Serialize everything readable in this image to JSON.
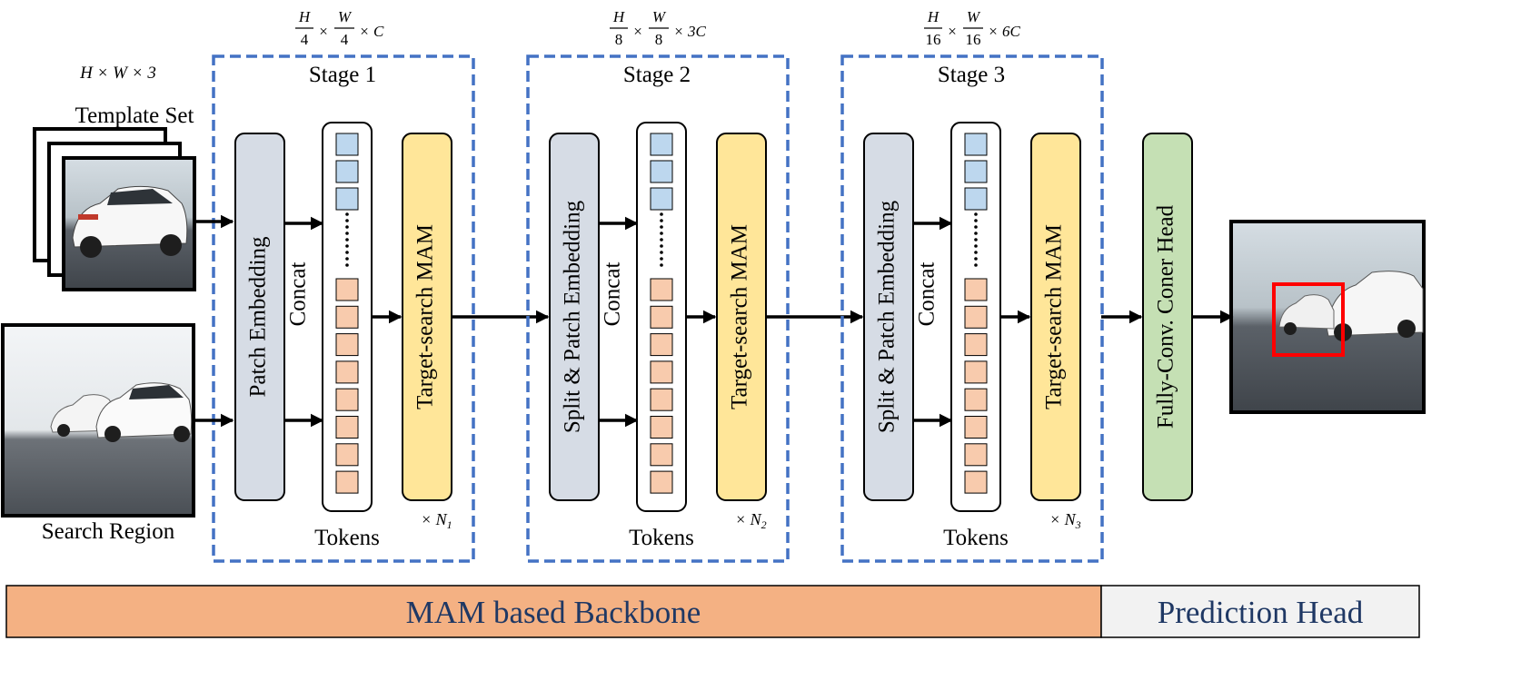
{
  "input": {
    "dims": "H × W × 3",
    "template_label": "Template Set",
    "search_label": "Search Region"
  },
  "stages": [
    {
      "title": "Stage 1",
      "dims": {
        "h_num": "H",
        "h_den": "4",
        "w_num": "W",
        "w_den": "4",
        "channels": "C"
      },
      "embed_label": "Patch Embedding",
      "concat_label": "Concat",
      "tokens_label": "Tokens",
      "mam_label": "Target-search MAM",
      "repeat": {
        "symbol": "× N",
        "sub": "1"
      }
    },
    {
      "title": "Stage 2",
      "dims": {
        "h_num": "H",
        "h_den": "8",
        "w_num": "W",
        "w_den": "8",
        "channels": "3C"
      },
      "embed_label": "Split & Patch Embedding",
      "concat_label": "Concat",
      "tokens_label": "Tokens",
      "mam_label": "Target-search MAM",
      "repeat": {
        "symbol": "× N",
        "sub": "2"
      }
    },
    {
      "title": "Stage 3",
      "dims": {
        "h_num": "H",
        "h_den": "16",
        "w_num": "W",
        "w_den": "16",
        "channels": "6C"
      },
      "embed_label": "Split & Patch Embedding",
      "concat_label": "Concat",
      "tokens_label": "Tokens",
      "mam_label": "Target-search MAM",
      "repeat": {
        "symbol": "× N",
        "sub": "3"
      }
    }
  ],
  "token_counts": {
    "template": 3,
    "search": 8
  },
  "head": {
    "label": "Fully-Conv. Coner Head"
  },
  "footer": {
    "backbone_label": "MAM based Backbone",
    "head_label": "Prediction Head"
  },
  "colors": {
    "stage_border": "#4472C4",
    "embed_fill": "#D6DCE5",
    "mam_fill": "#FFE699",
    "head_fill": "#C5E0B4",
    "template_token": "#BDD7EE",
    "search_token": "#F8CBAD",
    "backbone_bar": "#F4B183",
    "head_bar": "#F2F2F2",
    "footer_text": "#1F3864",
    "bbox": "#FF0000"
  }
}
